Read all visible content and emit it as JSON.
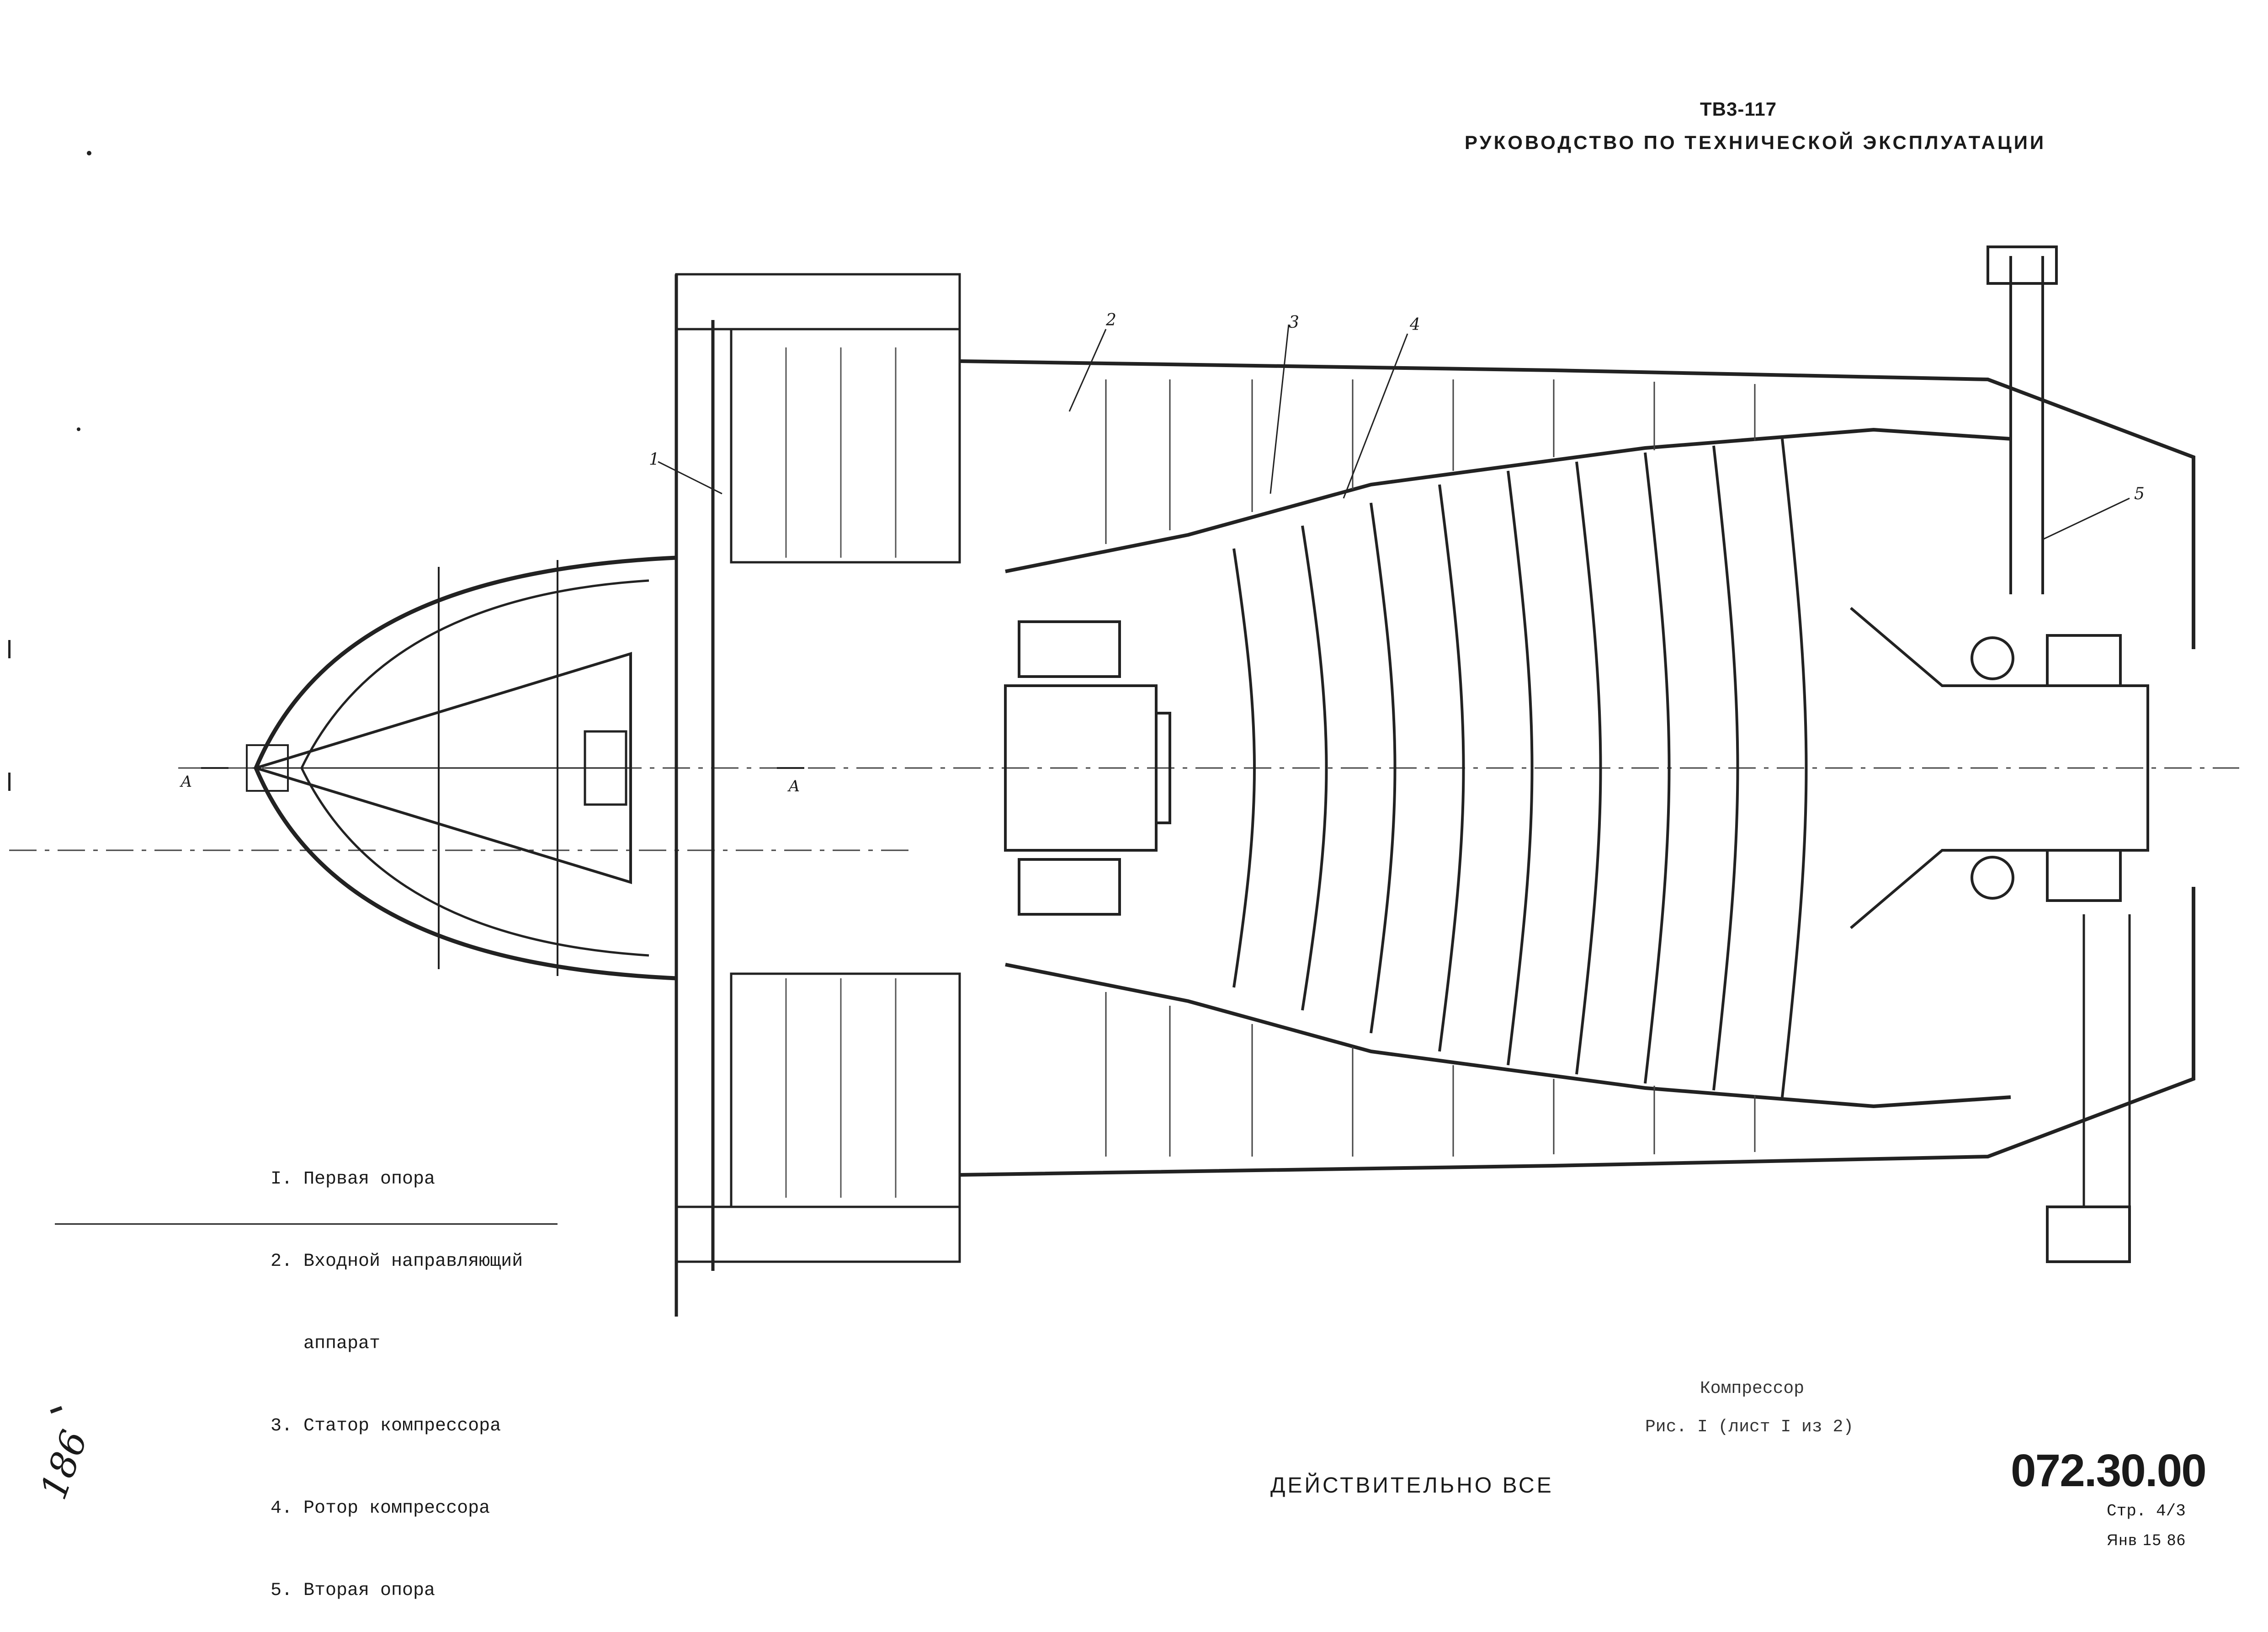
{
  "header": {
    "engine_code": "ТВ3-117",
    "manual_title": "РУКОВОДСТВО ПО ТЕХНИЧЕСКОЙ ЭКСПЛУАТАЦИИ"
  },
  "drawing": {
    "callouts": [
      "1",
      "2",
      "3",
      "4",
      "5"
    ],
    "section_label": "А"
  },
  "legend": [
    "I. Первая опора",
    "2. Входной направляющий",
    "аппарат",
    "3. Статор компрессора",
    "4. Ротор компрессора",
    "5. Вторая опора"
  ],
  "caption": {
    "title": "Компрессор",
    "figure": "Рис. I (лист I из 2)"
  },
  "footer": {
    "validity": "ДЕЙСТВИТЕЛЬНО ВСЕ",
    "doc_number": "072.30.00",
    "page": "Стр. 4/3",
    "date": "Янв 15 86",
    "handwritten": "186"
  }
}
